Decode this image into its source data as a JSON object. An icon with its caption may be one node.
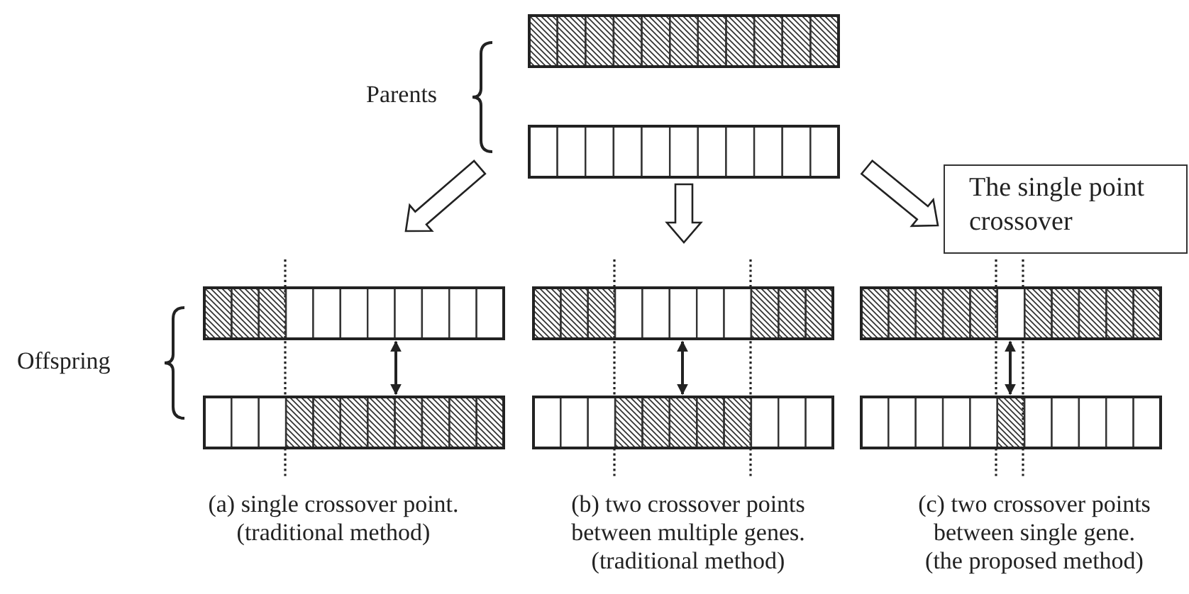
{
  "diagram": {
    "nodes": [
      {
        "text": [],
        "shape": "bar"
      },
      {
        "text": [],
        "shape": "bar"
      },
      {
        "text": [
          "The single point crossover"
        ]
      },
      {
        "text": [],
        "shape": "bar"
      },
      {
        "text": [],
        "shape": "bar"
      },
      {
        "text": [],
        "shape": "bar"
      },
      {
        "text": [],
        "shape": "bar"
      },
      {
        "text": [],
        "shape": "bar"
      },
      {
        "text": [],
        "shape": "bar"
      }
    ],
    "edges": [
      {
        "from": 1,
        "to": 3,
        "arrow": "to",
        "style": "thick"
      },
      {
        "from": 1,
        "to": 5,
        "arrow": "to",
        "style": "thick"
      },
      {
        "from": 1,
        "to": 7,
        "arrow": "to",
        "style": "thick"
      },
      {
        "from": 3,
        "to": 4,
        "arrow": "both"
      },
      {
        "from": 5,
        "to": 6,
        "arrow": "both"
      },
      {
        "from": 7,
        "to": 8,
        "arrow": "both"
      }
    ],
    "labels": [
      "Parents",
      "Offspring",
      "(a) single crossover point.",
      "(traditional method)",
      "(b) two crossover points between multiple genes.",
      "(traditional method)",
      "(c) two crossover points between single gene.",
      "(the proposed method)"
    ]
  }
}
